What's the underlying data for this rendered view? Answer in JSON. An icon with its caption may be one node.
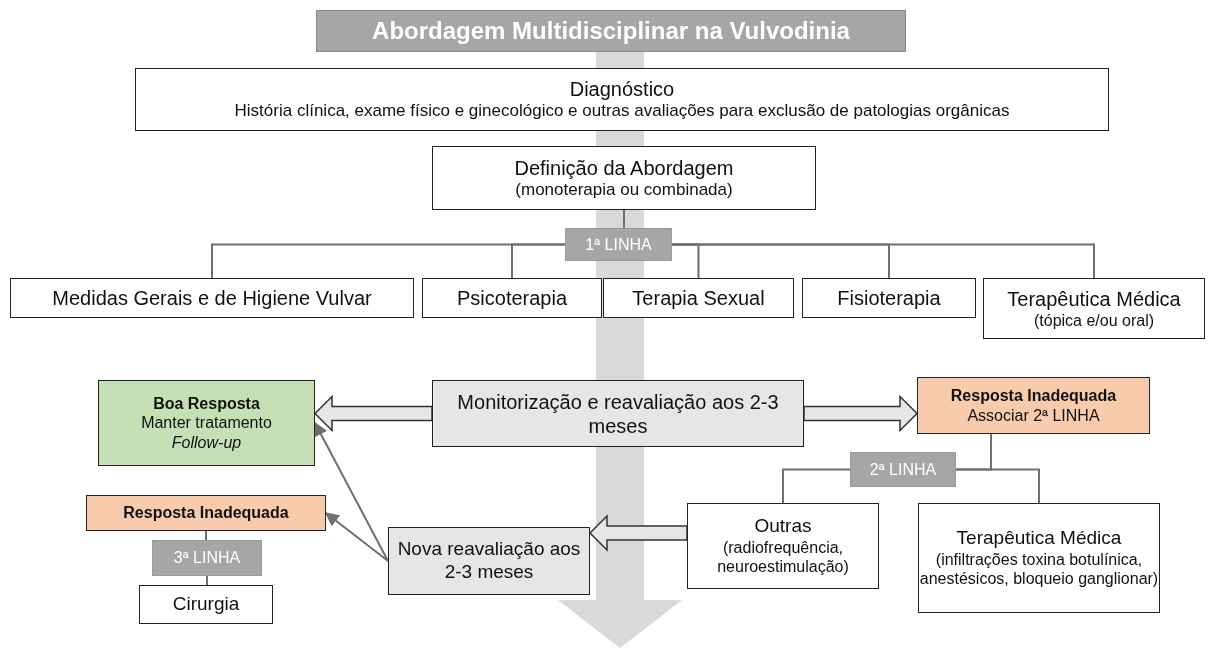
{
  "diagram": {
    "title": "Abordagem Multidisciplinar na Vulvodinia",
    "nodes": [
      {
        "text": [
          "Diagnóstico",
          "História clínica, exame físico e ginecológico e outras avaliações para exclusão de patologias orgânicas"
        ]
      },
      {
        "text": [
          "Definição da Abordagem",
          "(monoterapia ou combinada)"
        ]
      },
      {
        "text": [
          "1ª LINHA"
        ]
      },
      {
        "text": [
          "Medidas Gerais e de Higiene Vulvar"
        ]
      },
      {
        "text": [
          "Psicoterapia"
        ]
      },
      {
        "text": [
          "Terapia Sexual"
        ]
      },
      {
        "text": [
          "Fisioterapia"
        ]
      },
      {
        "text": [
          "Terapêutica Médica",
          "(tópica e/ou oral)"
        ]
      },
      {
        "text": [
          "Boa Resposta",
          "Manter tratamento",
          "Follow-up"
        ]
      },
      {
        "text": [
          "Monitorização e reavaliação aos 2-3 meses"
        ]
      },
      {
        "text": [
          "Resposta Inadequada",
          "Associar 2ª LINHA"
        ]
      },
      {
        "text": [
          "2ª LINHA"
        ]
      },
      {
        "text": [
          "Outras",
          "(radiofrequência, neuroestimulação)"
        ]
      },
      {
        "text": [
          "Terapêutica Médica",
          "(infiltrações toxina botulínica, anestésicos, bloqueio ganglionar)"
        ]
      },
      {
        "text": [
          "Nova reavaliação aos 2-3 meses"
        ]
      },
      {
        "text": [
          "Resposta Inadequada"
        ]
      },
      {
        "text": [
          "3ª LINHA"
        ]
      },
      {
        "text": [
          "Cirurgia"
        ]
      }
    ],
    "edges": [
      {
        "from": 1,
        "to": 2,
        "arrow": "none"
      },
      {
        "from": 2,
        "to": 3,
        "arrow": "none"
      },
      {
        "from": 2,
        "to": 4,
        "arrow": "none"
      },
      {
        "from": 2,
        "to": 5,
        "arrow": "none"
      },
      {
        "from": 2,
        "to": 6,
        "arrow": "none"
      },
      {
        "from": 2,
        "to": 7,
        "arrow": "none"
      },
      {
        "from": 9,
        "to": 8,
        "arrow": "to",
        "style": "thick"
      },
      {
        "from": 9,
        "to": 10,
        "arrow": "to",
        "style": "thick"
      },
      {
        "from": 10,
        "to": 11,
        "arrow": "none"
      },
      {
        "from": 11,
        "to": 12,
        "arrow": "none"
      },
      {
        "from": 11,
        "to": 13,
        "arrow": "none"
      },
      {
        "from": 12,
        "to": 14,
        "arrow": "to",
        "style": "thick"
      },
      {
        "from": 14,
        "to": 8,
        "arrow": "to"
      },
      {
        "from": 14,
        "to": 15,
        "arrow": "to"
      },
      {
        "from": 15,
        "to": 16,
        "arrow": "none"
      },
      {
        "from": 16,
        "to": 17,
        "arrow": "none"
      }
    ]
  }
}
